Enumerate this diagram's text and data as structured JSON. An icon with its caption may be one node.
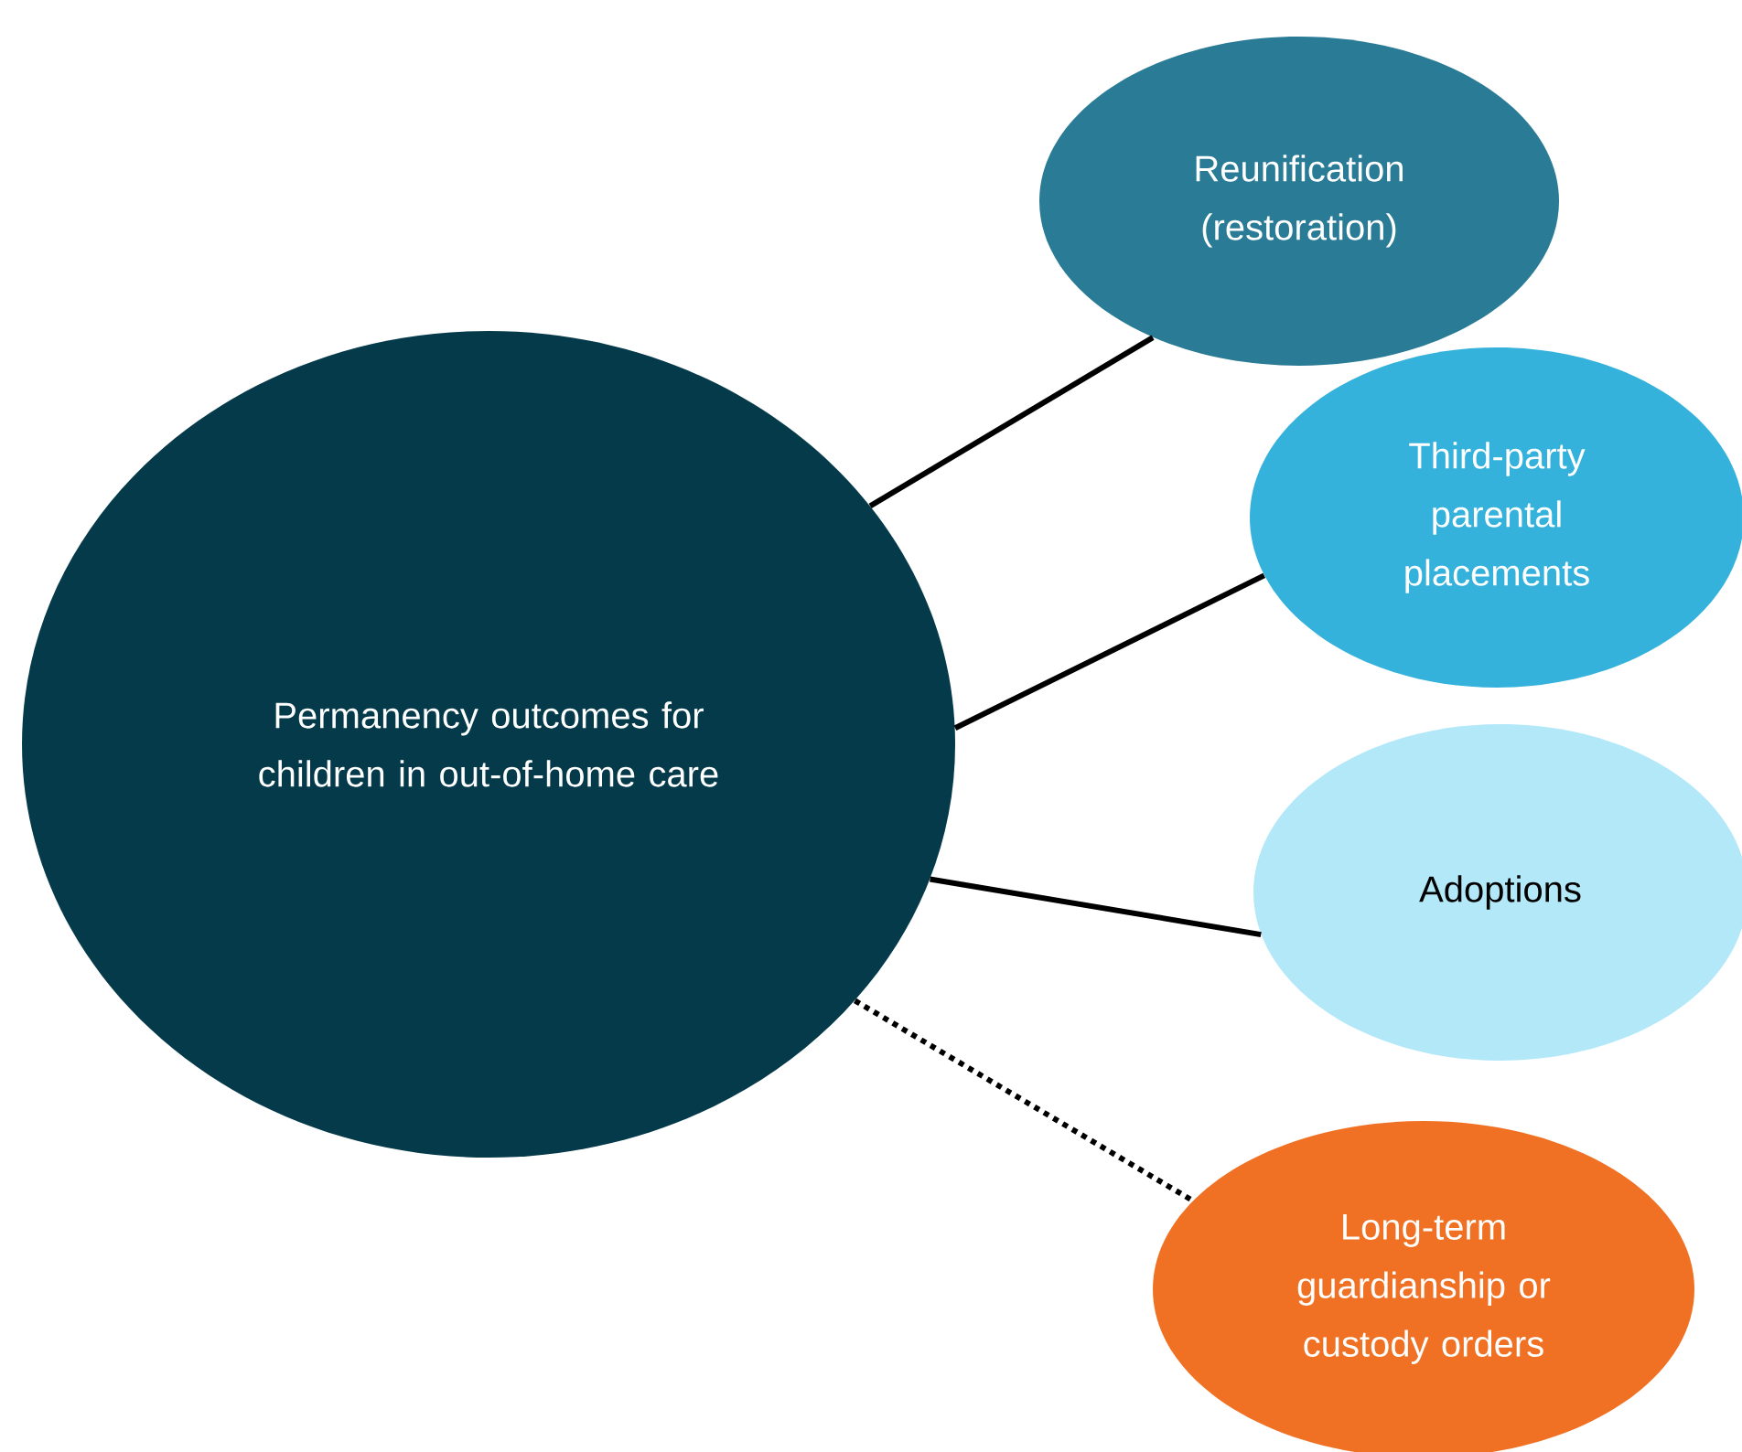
{
  "diagram": {
    "nodes": [
      {
        "text": [
          "Permanency outcomes for children in out-of-home care"
        ]
      },
      {
        "text": [
          "Reunification (restoration)"
        ]
      },
      {
        "text": [
          "Third-party parental placements"
        ]
      },
      {
        "text": [
          "Adoptions"
        ]
      },
      {
        "text": [
          "Long-term guardianship or custody orders"
        ]
      }
    ],
    "edges": [
      {
        "from": 0,
        "to": 1,
        "arrow": "none"
      },
      {
        "from": 0,
        "to": 2,
        "arrow": "none"
      },
      {
        "from": 0,
        "to": 3,
        "arrow": "none"
      },
      {
        "from": 0,
        "to": 4,
        "arrow": "none",
        "style": "dashed"
      }
    ]
  }
}
